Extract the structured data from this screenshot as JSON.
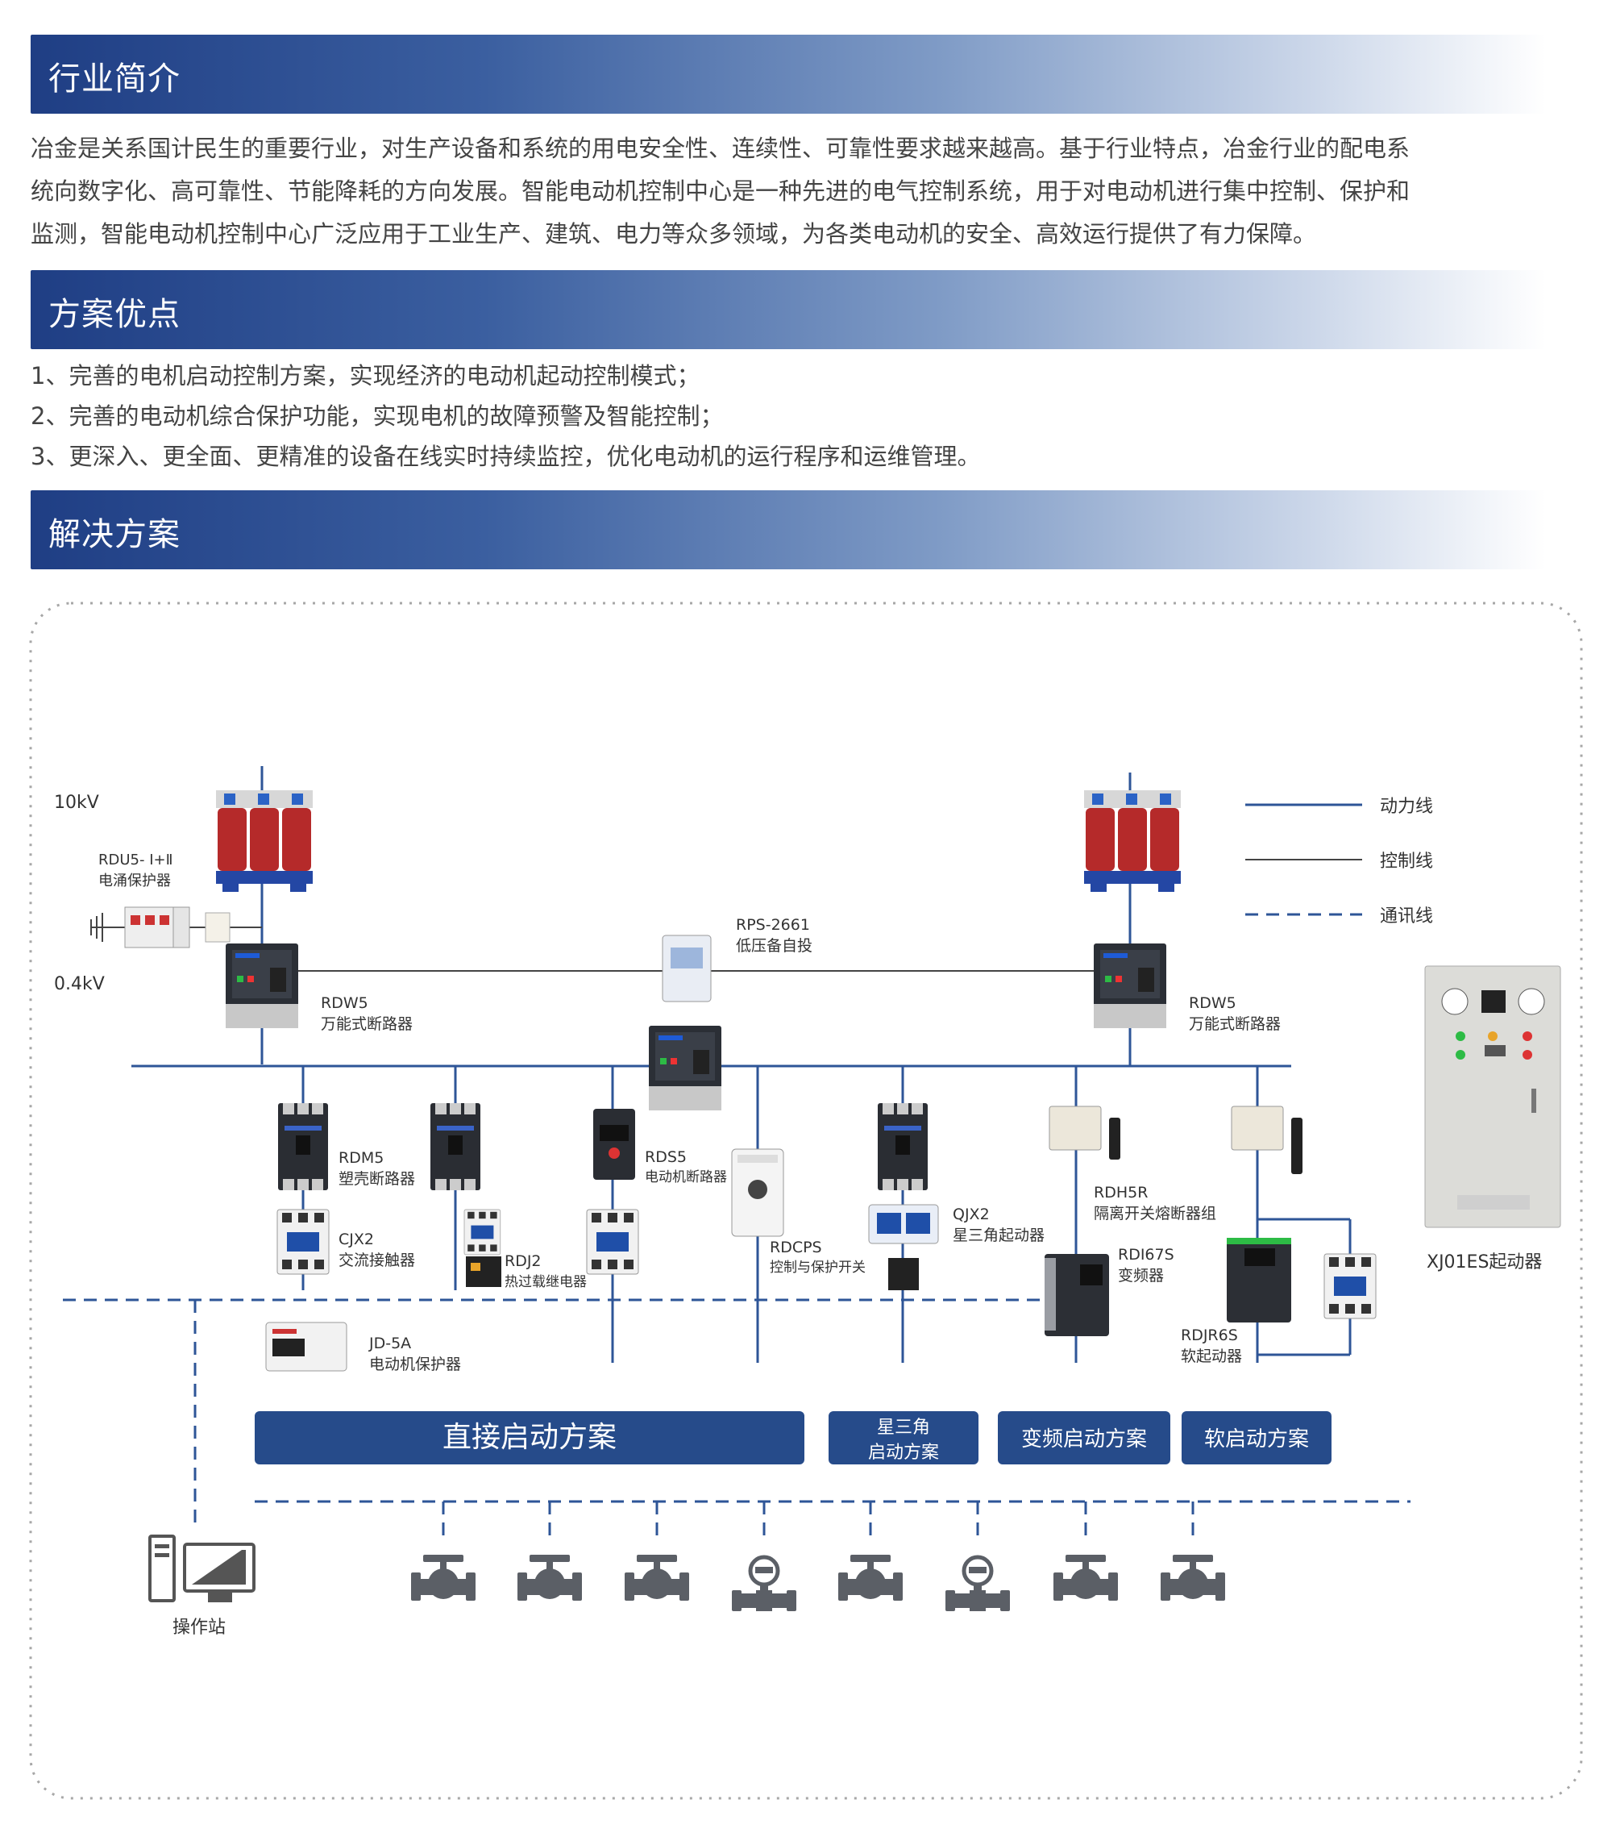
{
  "sections": {
    "intro_title": "行业简介",
    "intro_lines": [
      "冶金是关系国计民生的重要行业，对生产设备和系统的用电安全性、连续性、可靠性要求越来越高。基于行业特点，冶金行业的配电系",
      "统向数字化、高可靠性、节能降耗的方向发展。智能电动机控制中心是一种先进的电气控制系统，用于对电动机进行集中控制、保护和",
      "监测，智能电动机控制中心广泛应用于工业生产、建筑、电力等众多领域，为各类电动机的安全、高效运行提供了有力保障。"
    ],
    "advantages_title": "方案优点",
    "advantages": [
      "1、完善的电机启动控制方案，实现经济的电动机起动控制模式；",
      "2、完善的电动机综合保护功能，实现电机的故障预警及智能控制；",
      "3、更深入、更全面、更精准的设备在线实时持续监控，优化电动机的运行程序和运维管理。"
    ],
    "solution_title": "解决方案"
  },
  "diagram": {
    "voltage_high": "10kV",
    "voltage_low": "0.4kV",
    "surge": {
      "model": "RDU5- Ⅰ+Ⅱ",
      "name": "电涌保护器"
    },
    "rps": {
      "model": "RPS-2661",
      "name": "低压备自投"
    },
    "rdw5_left": {
      "model": "RDW5",
      "name": "万能式断路器"
    },
    "rdw5_right": {
      "model": "RDW5",
      "name": "万能式断路器"
    },
    "rdm5": {
      "model": "RDM5",
      "name": "塑壳断路器"
    },
    "cjx2": {
      "model": "CJX2",
      "name": "交流接触器"
    },
    "rdj2": {
      "model": "RDJ2",
      "name": "热过载继电器"
    },
    "rds5": {
      "model": "RDS5",
      "name": "电动机断路器"
    },
    "rdcps": {
      "model": "RDCPS",
      "name": "控制与保护开关"
    },
    "qjx2": {
      "model": "QJX2",
      "name": "星三角起动器"
    },
    "rdh5r": {
      "model": "RDH5R",
      "name": "隔离开关熔断器组"
    },
    "rdi67s": {
      "model": "RDI67S",
      "name": "变频器"
    },
    "rdjr6s": {
      "model": "RDJR6S",
      "name": "软起动器"
    },
    "jd5a": {
      "model": "JD-5A",
      "name": "电动机保护器"
    },
    "xj01es": {
      "label": "XJ01ES起动器"
    },
    "operator": {
      "label": "操作站"
    },
    "legend": {
      "power": "动力线",
      "control": "控制线",
      "comm": "通讯线"
    },
    "schemes": {
      "direct": "直接启动方案",
      "star_line1": "星三角",
      "star_line2": "启动方案",
      "vfd": "变频启动方案",
      "soft": "软启动方案"
    },
    "colors": {
      "line": "#2e5597",
      "header": "#1f3e84",
      "scheme_btn": "#264b8a",
      "transformer": "#b52a2a"
    }
  }
}
